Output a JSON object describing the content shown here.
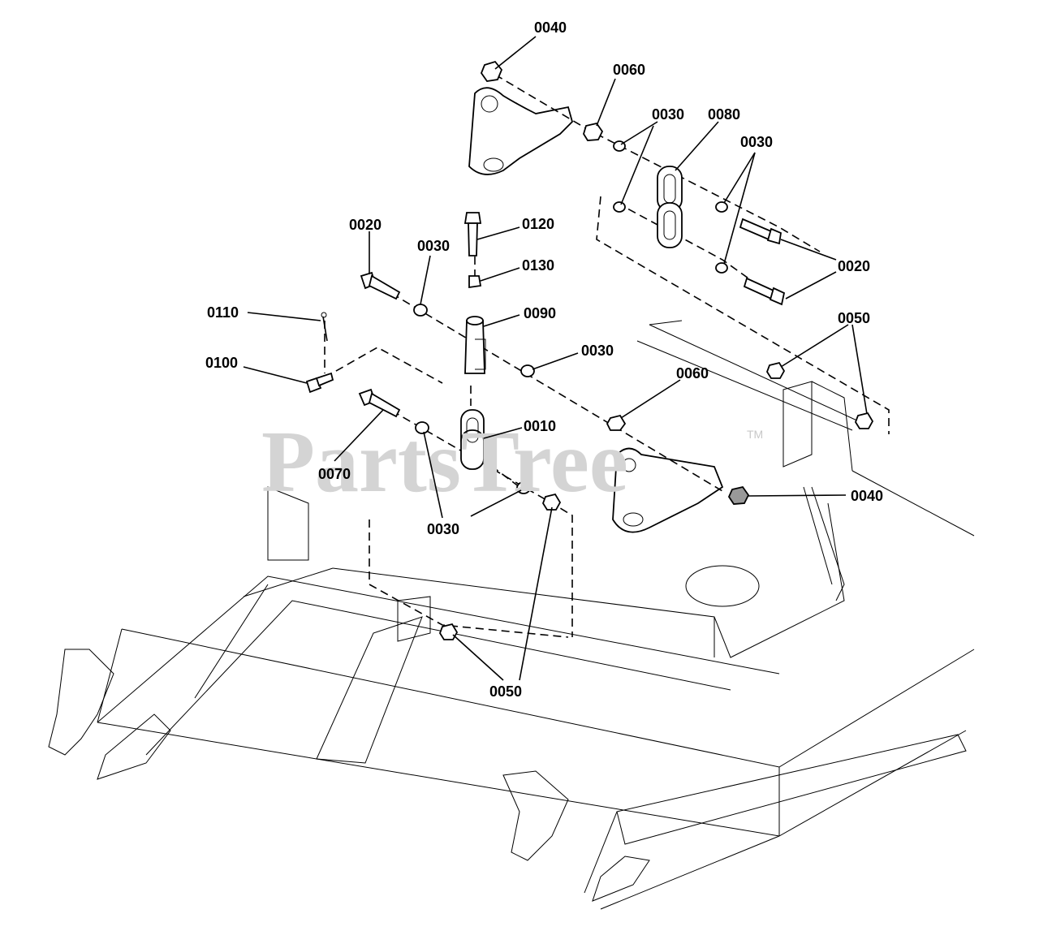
{
  "watermark": {
    "text": "PartsTree",
    "tm": "TM"
  },
  "callouts": [
    {
      "id": "c1",
      "label": "0040"
    },
    {
      "id": "c2",
      "label": "0060"
    },
    {
      "id": "c3",
      "label": "0030"
    },
    {
      "id": "c4",
      "label": "0080"
    },
    {
      "id": "c5",
      "label": "0030"
    },
    {
      "id": "c6",
      "label": "0020"
    },
    {
      "id": "c7",
      "label": "0030"
    },
    {
      "id": "c8",
      "label": "0120"
    },
    {
      "id": "c9",
      "label": "0130"
    },
    {
      "id": "c10",
      "label": "0110"
    },
    {
      "id": "c11",
      "label": "0090"
    },
    {
      "id": "c12",
      "label": "0100"
    },
    {
      "id": "c13",
      "label": "0030"
    },
    {
      "id": "c14",
      "label": "0060"
    },
    {
      "id": "c15",
      "label": "0020"
    },
    {
      "id": "c16",
      "label": "0050"
    },
    {
      "id": "c17",
      "label": "0010"
    },
    {
      "id": "c18",
      "label": "0070"
    },
    {
      "id": "c19",
      "label": "0040"
    },
    {
      "id": "c20",
      "label": "0030"
    },
    {
      "id": "c21",
      "label": "0050"
    }
  ]
}
